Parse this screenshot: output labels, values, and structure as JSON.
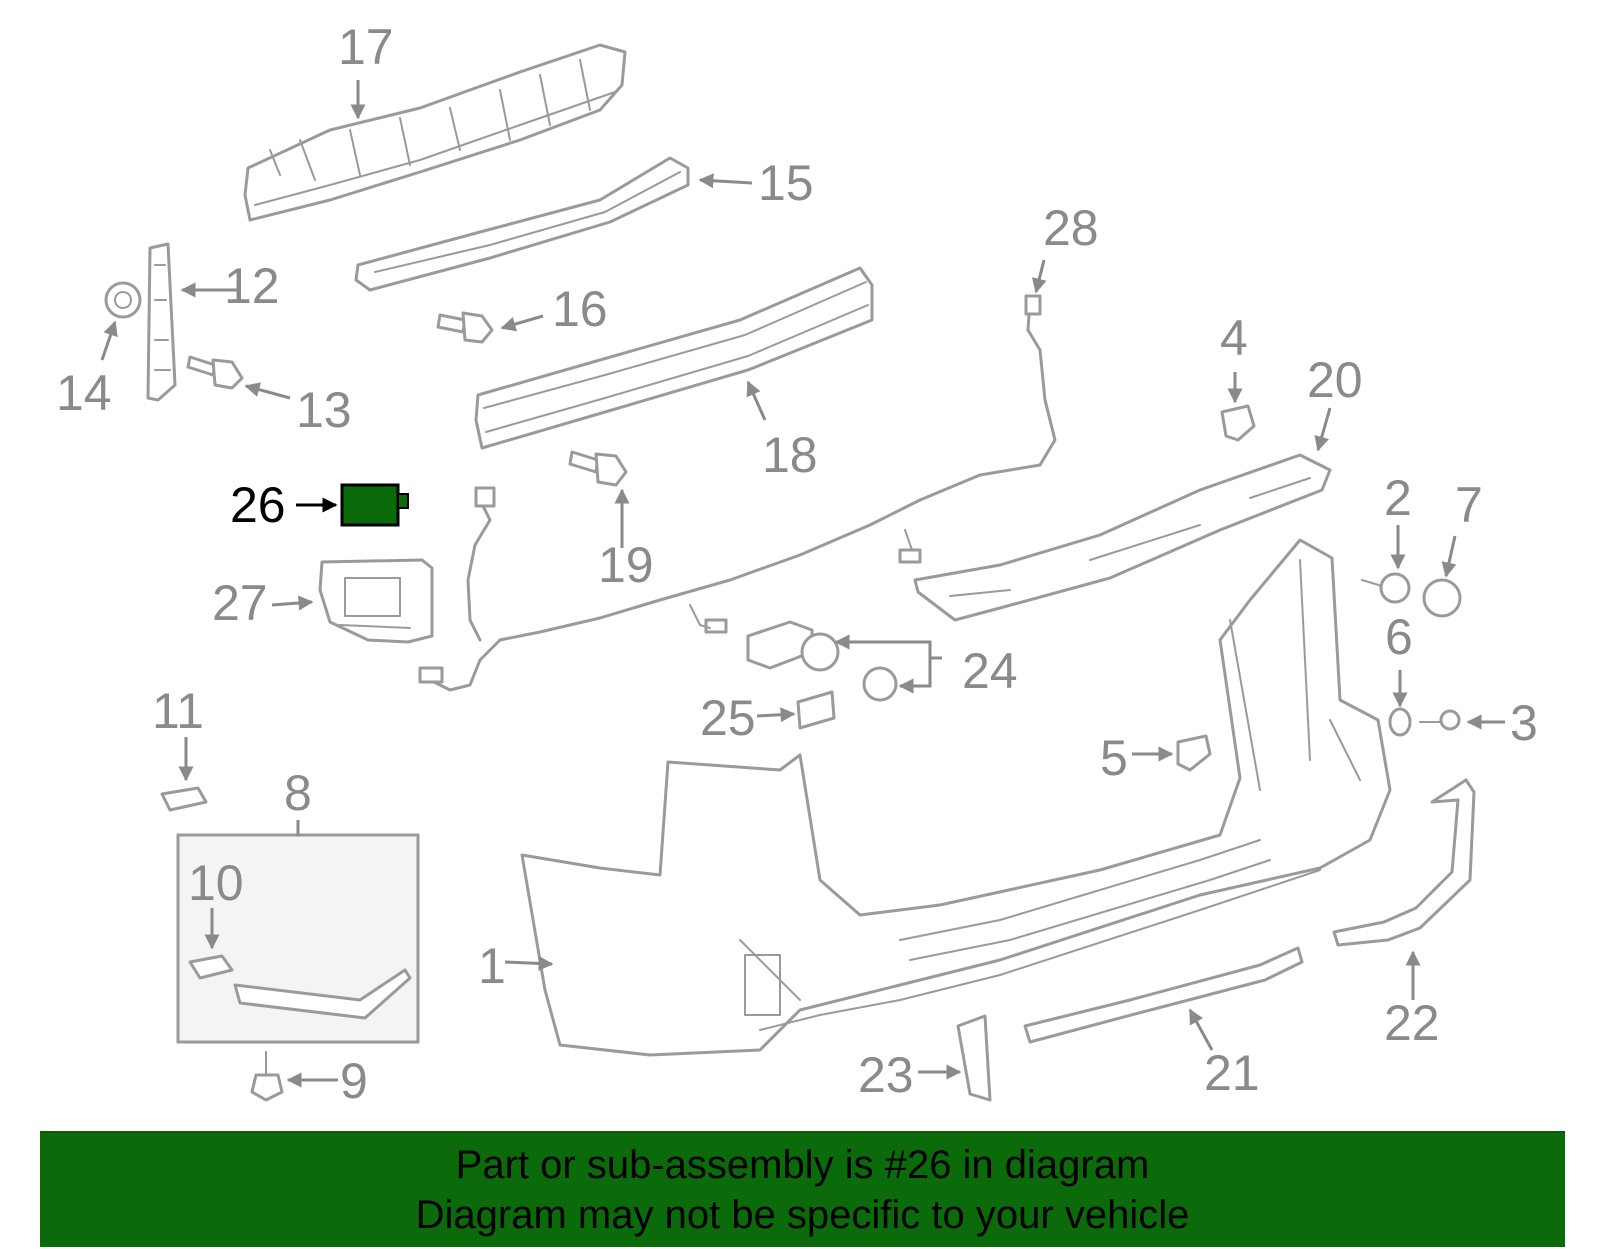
{
  "callouts": {
    "c1": "1",
    "c2": "2",
    "c3": "3",
    "c4": "4",
    "c5": "5",
    "c6": "6",
    "c7": "7",
    "c8": "8",
    "c9": "9",
    "c10": "10",
    "c11": "11",
    "c12": "12",
    "c13": "13",
    "c14": "14",
    "c15": "15",
    "c16": "16",
    "c17": "17",
    "c18": "18",
    "c19": "19",
    "c20": "20",
    "c21": "21",
    "c22": "22",
    "c23": "23",
    "c24": "24",
    "c25": "25",
    "c26": "26",
    "c27": "27",
    "c28": "28"
  },
  "highlight": {
    "part_number": "26",
    "color": "#0b6b0b"
  },
  "banner": {
    "line1": "Part or sub-assembly is #26 in diagram",
    "line2": "Diagram may not be specific to your vehicle",
    "background": "#0b6b0b"
  }
}
